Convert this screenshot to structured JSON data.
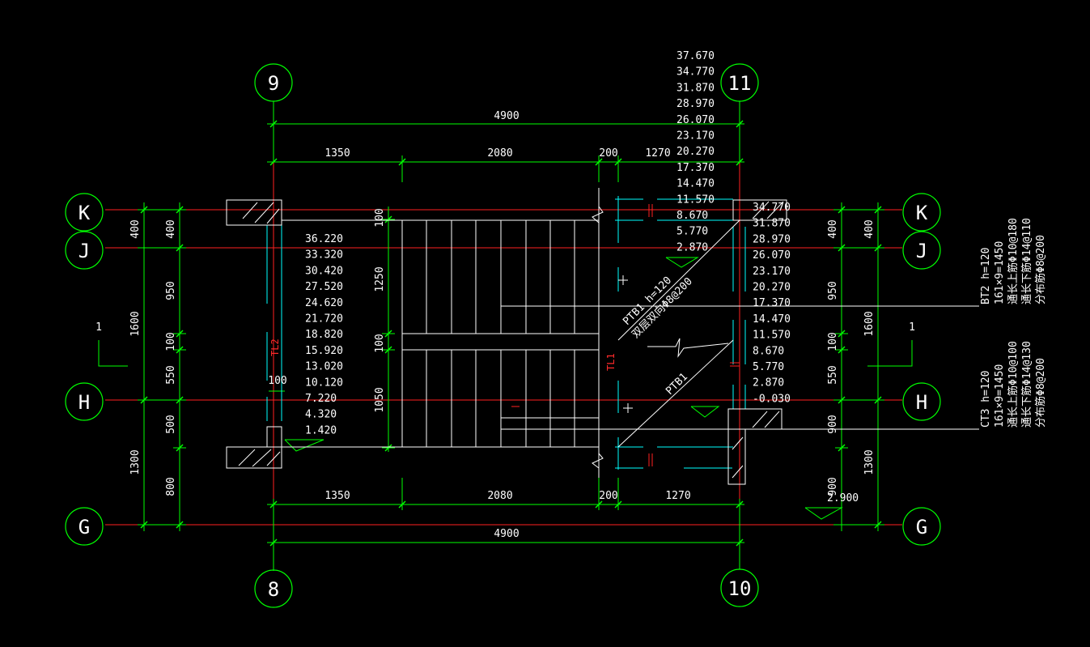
{
  "colors": {
    "background": "#000000",
    "axis_green": "#00ff00",
    "grid_red": "#ff2020",
    "text_white": "#ffffff",
    "cyan": "#00ffff",
    "label_red": "#ff3333"
  },
  "axes": {
    "top": [
      "9",
      "11"
    ],
    "bottom": [
      "8",
      "10"
    ],
    "left": [
      "K",
      "J",
      "H",
      "G"
    ],
    "right": [
      "K",
      "J",
      "H",
      "G"
    ]
  },
  "dimensions": {
    "top_total": "4900",
    "top_parts": [
      "1350",
      "2080",
      "200",
      "1270"
    ],
    "bottom_parts": [
      "1350",
      "2080",
      "200",
      "1270"
    ],
    "bottom_total": "4900",
    "left_inner": [
      "400",
      "950",
      "100",
      "550",
      "500",
      "800"
    ],
    "left_outer": [
      "1600",
      "1300"
    ],
    "right_inner": [
      "400",
      "950",
      "100",
      "550",
      "900",
      "900"
    ],
    "right_outer": [
      "400",
      "1600",
      "1300"
    ],
    "stair_vertical": [
      "100",
      "1250",
      "100",
      "1050"
    ],
    "small_100": "100"
  },
  "elevations": {
    "top_column": [
      "37.670",
      "34.770",
      "31.870",
      "28.970",
      "26.070",
      "23.170",
      "20.270",
      "17.370",
      "14.470",
      "11.570",
      "8.670",
      "5.770",
      "2.870"
    ],
    "left_column": [
      "36.220",
      "33.320",
      "30.420",
      "27.520",
      "24.620",
      "21.720",
      "18.820",
      "15.920",
      "13.020",
      "10.120",
      "7.220",
      "4.320",
      "1.420"
    ],
    "right_column": [
      "34.770",
      "31.870",
      "28.970",
      "26.070",
      "23.170",
      "20.270",
      "17.370",
      "14.470",
      "11.570",
      "8.670",
      "5.770",
      "2.870",
      "-0.030"
    ],
    "bottom_right": "2.900"
  },
  "labels": {
    "section_left": "1",
    "section_right": "1",
    "ptb1_top": "PTB1  h=120",
    "ptb1_rebar": "双层双向Φ8@200",
    "ptb1_bottom": "PTB1",
    "tl1": "TL1",
    "tl2": "TL2"
  },
  "notes": {
    "bt2": [
      "BT2  h=120",
      "161×9=1450",
      "通长上筋Φ10@180",
      "通长下筋Φ14@110",
      "分布筋Φ8@200"
    ],
    "ct3": [
      "CT3  h=120",
      "161×9=1450",
      "通长上筋Φ10@100",
      "通长下筋Φ14@130",
      "分布筋Φ8@200"
    ]
  }
}
